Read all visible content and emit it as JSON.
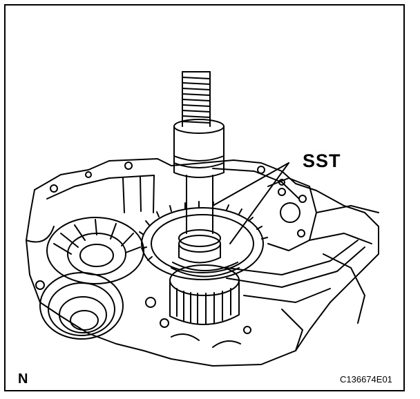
{
  "illustration": {
    "callout_label": "SST",
    "corner_mark": "N",
    "figure_code": "C136674E01"
  },
  "colors": {
    "line": "#000000",
    "background": "#ffffff"
  }
}
